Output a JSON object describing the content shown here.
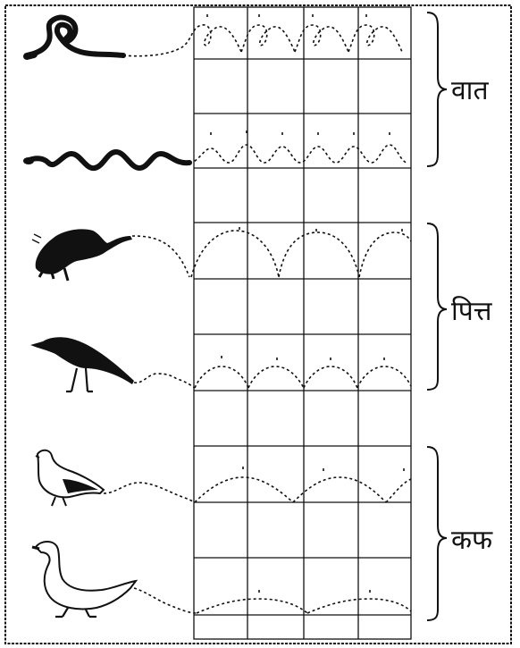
{
  "doshas": [
    {
      "id": "vata",
      "label": "वात"
    },
    {
      "id": "pitta",
      "label": "पित्त"
    },
    {
      "id": "kapha",
      "label": "कफ"
    }
  ],
  "rows": [
    {
      "animal": "snake-curled",
      "animal_icon": "snake-curled-icon",
      "dosha": "vata",
      "pulse": "serpentine-loops"
    },
    {
      "animal": "snake-wavy",
      "animal_icon": "snake-wavy-icon",
      "dosha": "vata",
      "pulse": "small-waves"
    },
    {
      "animal": "frog-crouched",
      "animal_icon": "frog-icon",
      "dosha": "pitta",
      "pulse": "large-hops"
    },
    {
      "animal": "crow",
      "animal_icon": "crow-icon",
      "dosha": "pitta",
      "pulse": "medium-hops"
    },
    {
      "animal": "pigeon",
      "animal_icon": "pigeon-icon",
      "dosha": "kapha",
      "pulse": "wide-gentle-arcs"
    },
    {
      "animal": "swan",
      "animal_icon": "swan-icon",
      "dosha": "kapha",
      "pulse": "flat-slow-arcs"
    }
  ],
  "colors": {
    "ink": "#111111",
    "paper": "#ffffff"
  }
}
